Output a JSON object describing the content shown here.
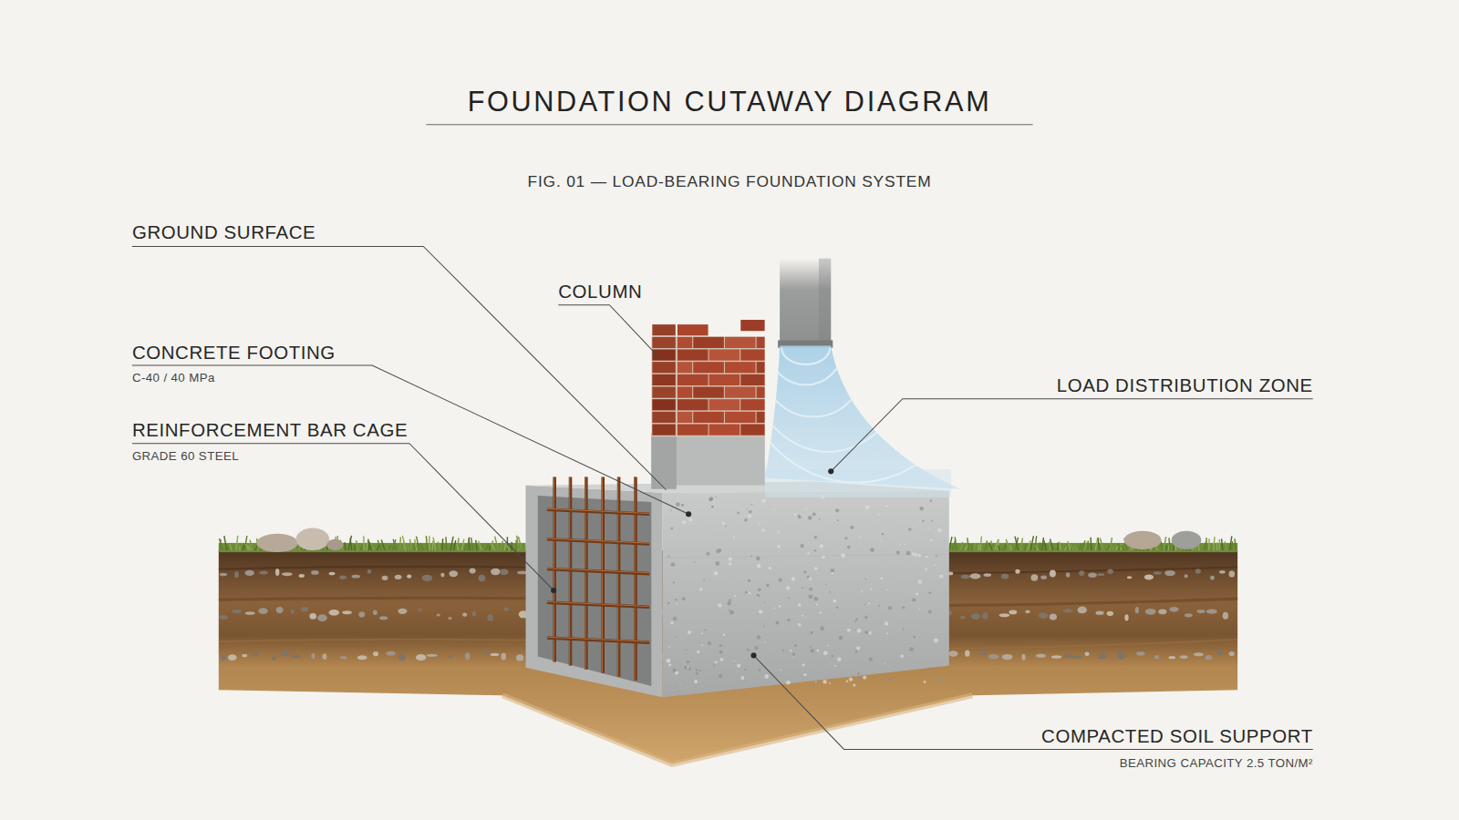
{
  "diagram": {
    "title": "FOUNDATION CUTAWAY DIAGRAM",
    "caption": "FIG. 01 — LOAD-BEARING FOUNDATION SYSTEM",
    "labels": [
      "GROUND SURFACE",
      "COLUMN",
      "CONCRETE FOOTING",
      "C-40 / 40 MPa",
      "REINFORCEMENT BAR CAGE",
      "GRADE 60 STEEL",
      "LOAD DISTRIBUTION ZONE",
      "COMPACTED SOIL SUPPORT",
      "BEARING CAPACITY 2.5 TON/M²"
    ]
  }
}
